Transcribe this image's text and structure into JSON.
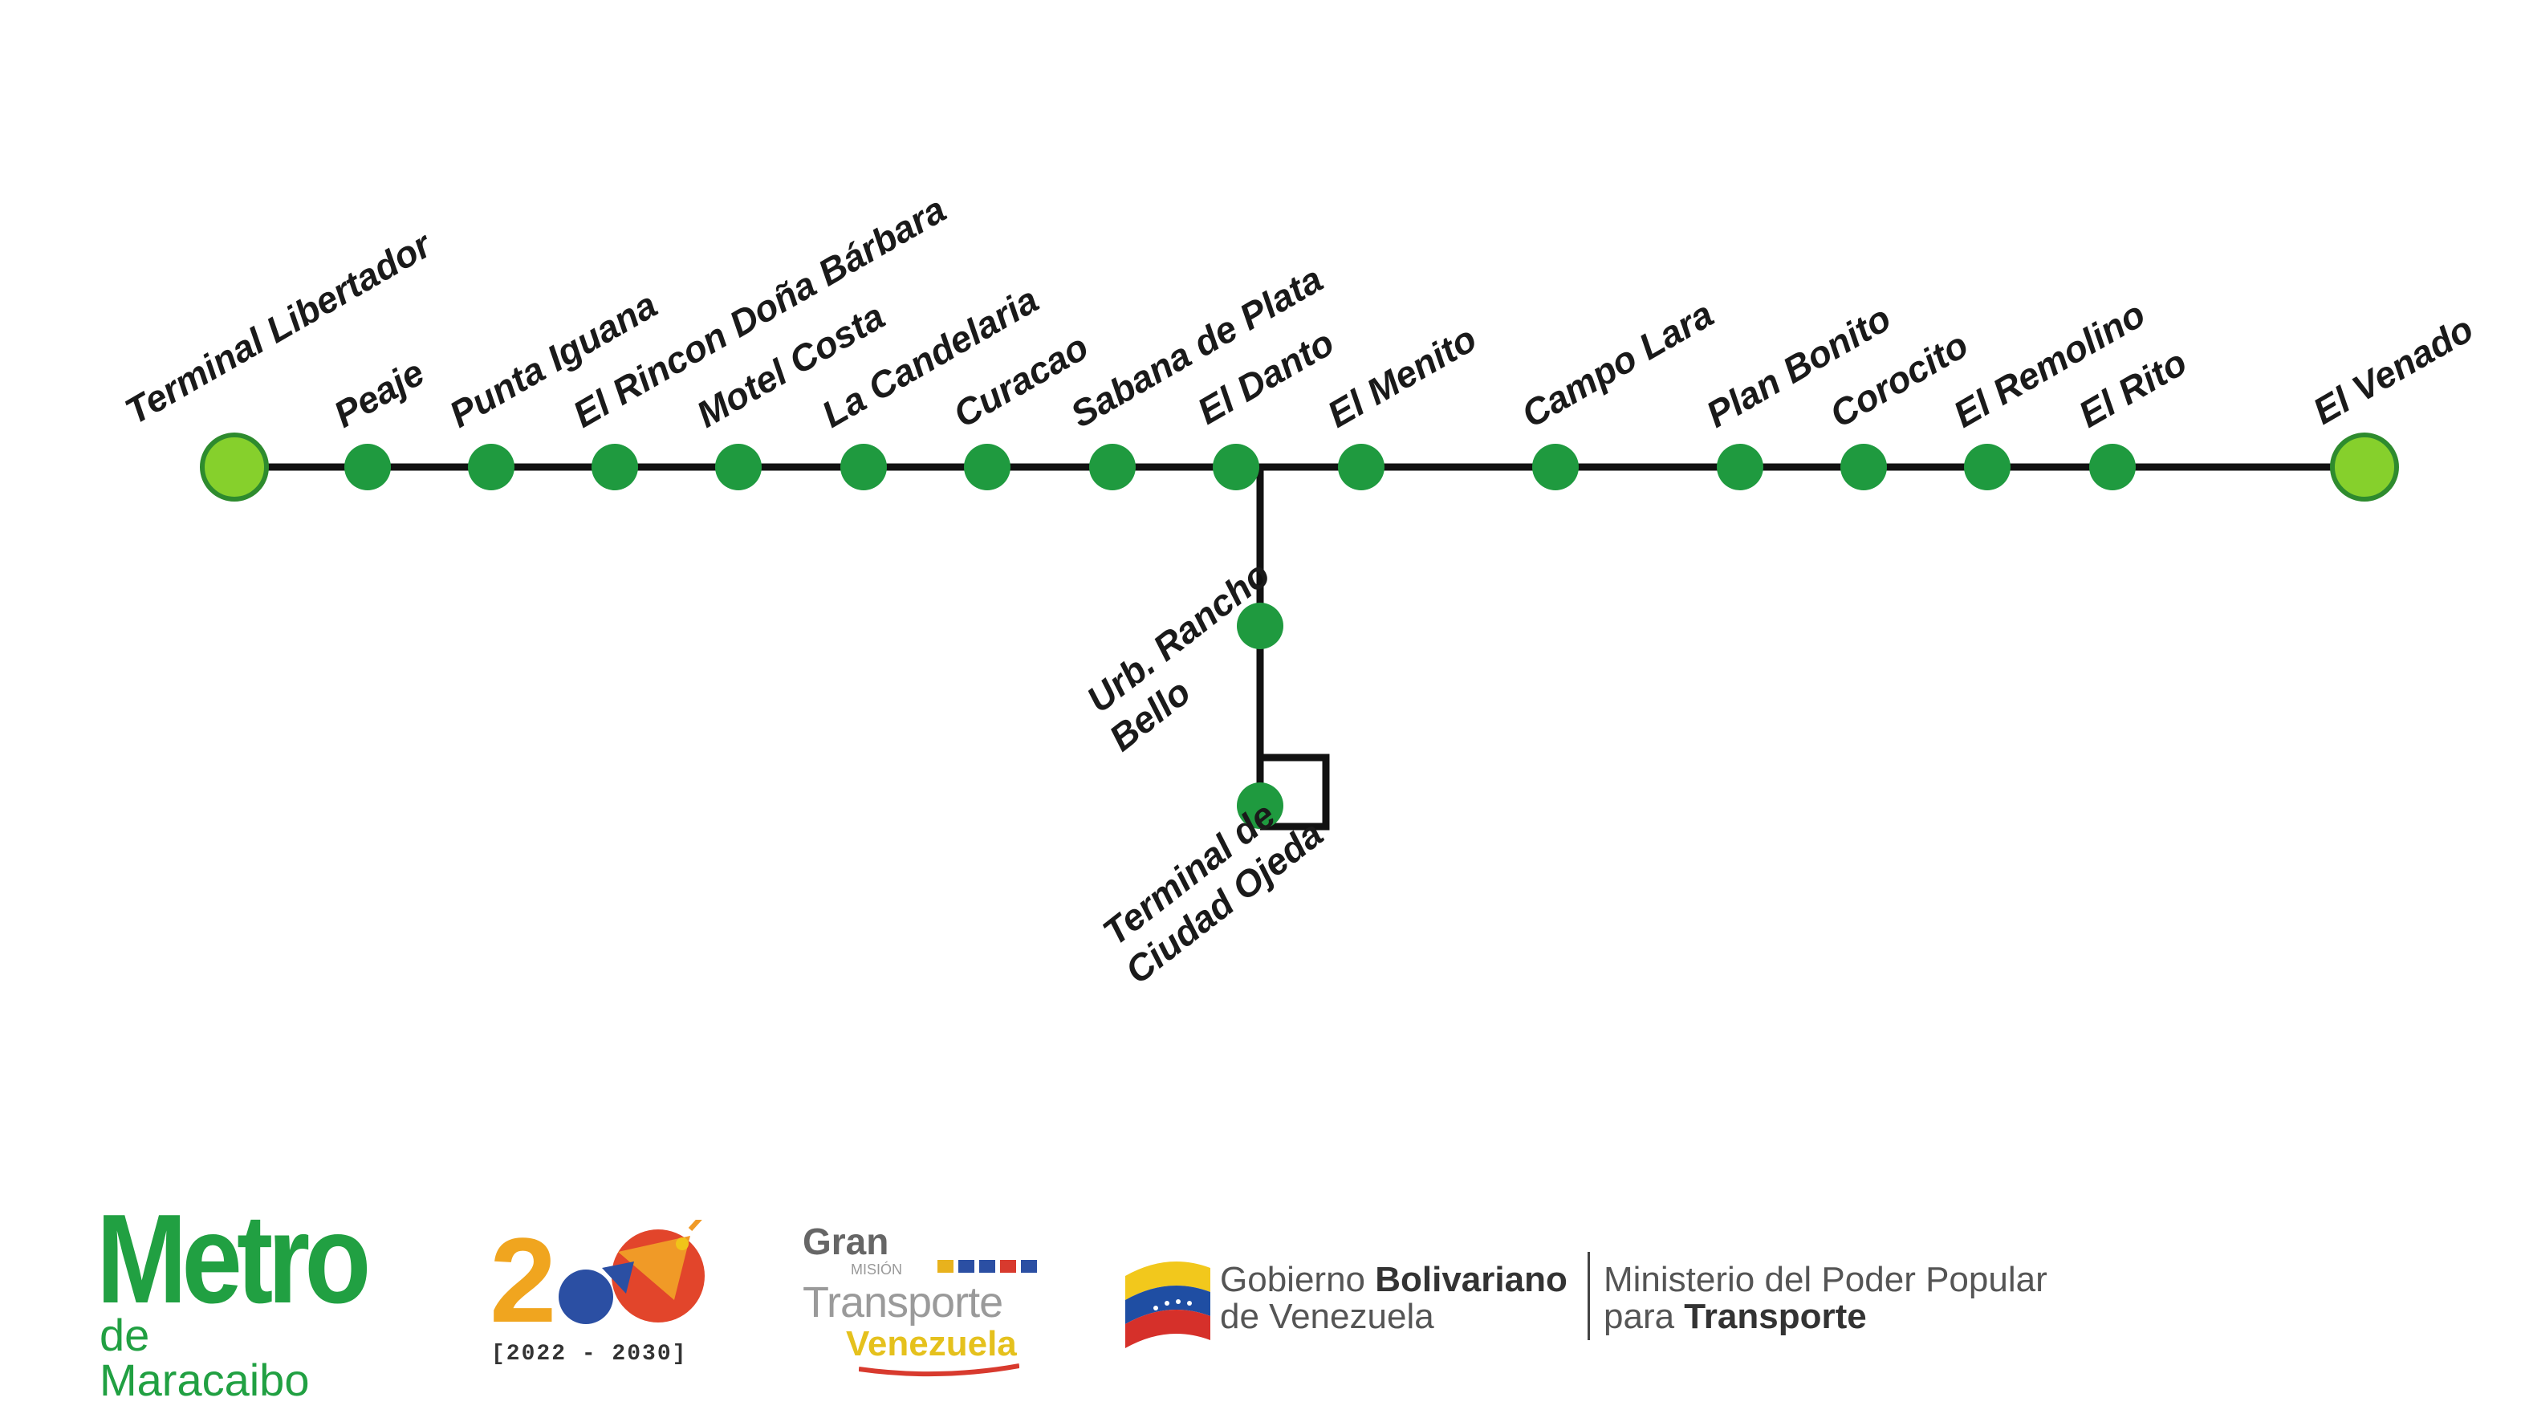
{
  "colors": {
    "line": "#111111",
    "station": "#1f9a3f",
    "terminal": "#86d02c",
    "terminal_ring": "#2e8b2e",
    "metro_green": "#21a042"
  },
  "main_stations": [
    {
      "name": "Terminal Libertador",
      "terminal": true
    },
    {
      "name": "Peaje",
      "terminal": false
    },
    {
      "name": "Punta Iguana",
      "terminal": false
    },
    {
      "name": "El Rincon Doña Bárbara",
      "terminal": false
    },
    {
      "name": "Motel Costa",
      "terminal": false
    },
    {
      "name": "La Candelaria",
      "terminal": false
    },
    {
      "name": "Curacao",
      "terminal": false
    },
    {
      "name": "Sabana de Plata",
      "terminal": false
    },
    {
      "name": "El Danto",
      "terminal": false
    },
    {
      "name": "El Menito",
      "terminal": false
    },
    {
      "name": "Campo Lara",
      "terminal": false
    },
    {
      "name": "Plan Bonito",
      "terminal": false
    },
    {
      "name": "Corocito",
      "terminal": false
    },
    {
      "name": "El Remolino",
      "terminal": false
    },
    {
      "name": "El Rito",
      "terminal": false
    },
    {
      "name": "El Venado",
      "terminal": true
    }
  ],
  "branch": {
    "from": "El Danto",
    "stations": [
      {
        "name_lines": [
          "Urb. Rancho",
          "Bello"
        ]
      },
      {
        "name_lines": [
          "Terminal de",
          "Ciudad Ojeda"
        ]
      }
    ]
  },
  "footer": {
    "metro": {
      "main": "Metro",
      "sub": "de Maracaibo"
    },
    "bicentenario": {
      "number": "200",
      "years": "[2022 - 2030]"
    },
    "gran_mision": {
      "gran": "Gran",
      "mision": "MISIÓN",
      "transporte": "Transporte",
      "venezuela": "Venezuela"
    },
    "gobierno": {
      "line1_a": "Gobierno ",
      "line1_b": "Bolivariano",
      "line2": "de Venezuela"
    },
    "ministerio": {
      "line1": "Ministerio del Poder Popular",
      "line2_a": "para ",
      "line2_b": "Transporte"
    }
  }
}
